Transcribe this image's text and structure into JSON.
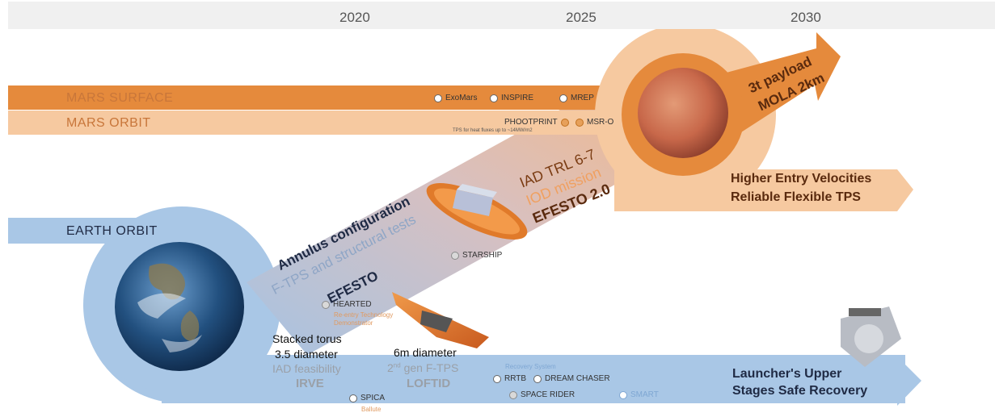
{
  "timeline": {
    "years": [
      "2020",
      "2025",
      "2030"
    ]
  },
  "tracks": {
    "mars_surface": "MARS SURFACE",
    "mars_orbit": "MARS ORBIT",
    "earth_orbit": "EARTH ORBIT"
  },
  "missions": {
    "exomars": "ExoMars",
    "inspire": "INSPIRE",
    "mrep": "MREP",
    "phootprint": "PHOOTPRINT",
    "phootprint_note": "TPS for heat fluxes up to ~14MW/m2",
    "msr_o": "MSR-O",
    "starship": "STARSHIP",
    "hearted": "HEARTED",
    "hearted_note_1": "Re-entry Technology",
    "hearted_note_2": "Demonstrator",
    "rrtb": "RRTB",
    "dream_chaser": "DREAM CHASER",
    "recovery_system": "Recovery System",
    "space_rider": "SPACE RIDER",
    "smart": "SMART",
    "spica": "SPICA",
    "spica_note": "Ballute"
  },
  "ribbon": {
    "line1": "Annulus configuration",
    "line2": "F-TPS and structural tests",
    "line3": "EFESTO"
  },
  "iad": {
    "line1": "IAD TRL 6-7",
    "line2": "IOD mission",
    "line3": "EFESTO 2.0"
  },
  "mars_goal": {
    "line1": "3t payload",
    "line2": "MOLA 2km"
  },
  "mars_arrow": {
    "line1": "Higher Entry Velocities",
    "line2": "Reliable Flexible TPS"
  },
  "irve": {
    "line1": "Stacked torus",
    "line2": "3.5 diameter",
    "line3": "IAD feasibility",
    "line4": "IRVE"
  },
  "loftid": {
    "line1": "6m diameter",
    "line2": "nd",
    "line2_prefix": "2",
    "line2_suffix": " gen F-TPS",
    "line3": "LOFTID"
  },
  "launcher": {
    "line1": "Launcher's Upper",
    "line2": "Stages Safe Recovery"
  },
  "colors": {
    "orange_dark": "#e58a3c",
    "orange_light": "#f6c9a0",
    "blue_light": "#a9c7e6",
    "blue_mid": "#8db6de",
    "label_orange": "#c8763a",
    "text_dark": "#1f2a44"
  }
}
